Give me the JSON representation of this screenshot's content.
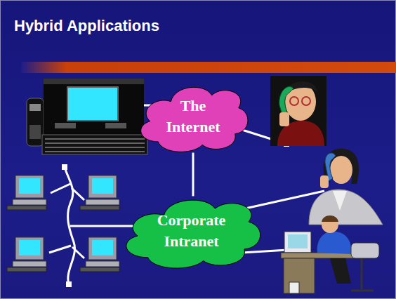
{
  "diagram": {
    "title": "Hybrid Applications",
    "nodes": [
      {
        "text": [
          "The Internet"
        ]
      },
      {
        "text": [
          "Corporate Intranet"
        ]
      }
    ],
    "edges": [
      {
        "from": 0,
        "to": 1,
        "arrow": "none"
      }
    ]
  }
}
